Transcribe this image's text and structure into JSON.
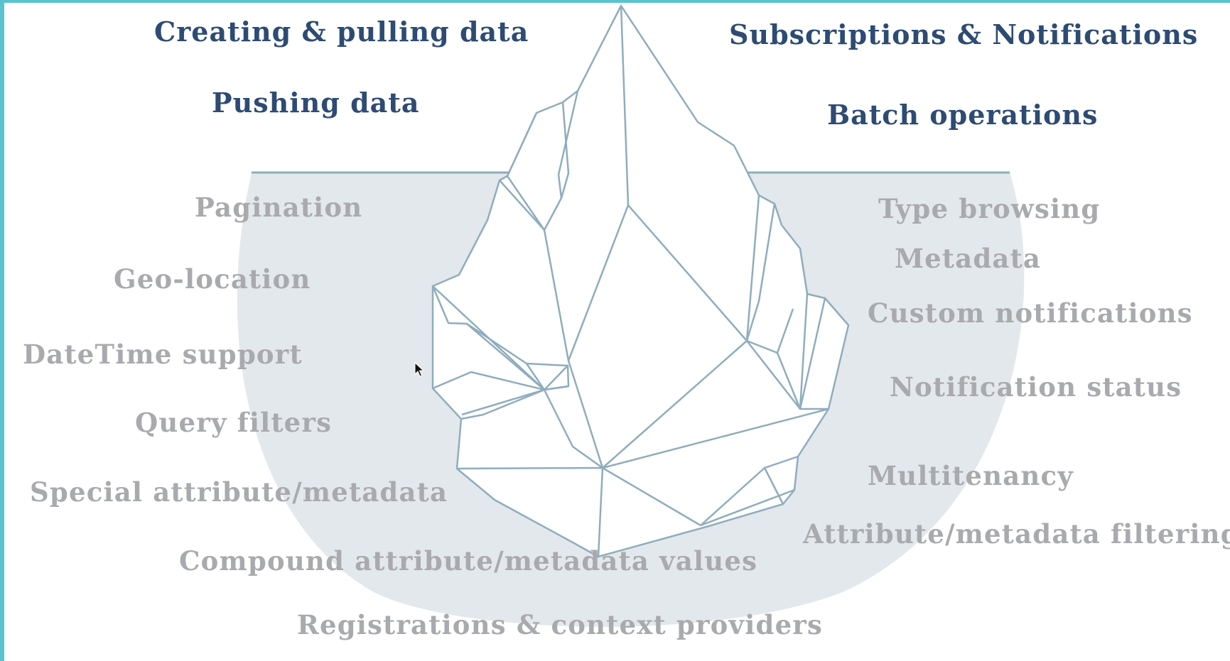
{
  "above_water": {
    "creating_pulling": "Creating & pulling data",
    "pushing": "Pushing data",
    "subscriptions": "Subscriptions & Notifications",
    "batch": "Batch operations"
  },
  "below_left": {
    "pagination": "Pagination",
    "geo_location": "Geo-location",
    "datetime": "DateTime support",
    "query_filters": "Query filters",
    "special_attr": "Special attribute/metadata",
    "compound": "Compound attribute/metadata values",
    "registrations": "Registrations & context providers"
  },
  "below_right": {
    "type_browsing": "Type browsing",
    "metadata": "Metadata",
    "custom_notifications": "Custom notifications",
    "notification_status": "Notification status",
    "multitenancy": "Multitenancy",
    "attr_filtering": "Attribute/metadata filtering"
  },
  "colors": {
    "frame_border": "#5bc2cf",
    "above_text": "#2d4b73",
    "below_text": "#a9aaad",
    "water": "#e3e8ec",
    "iceberg_line": "#8fadbd"
  },
  "icons": {
    "cursor": "mouse-pointer-icon"
  }
}
